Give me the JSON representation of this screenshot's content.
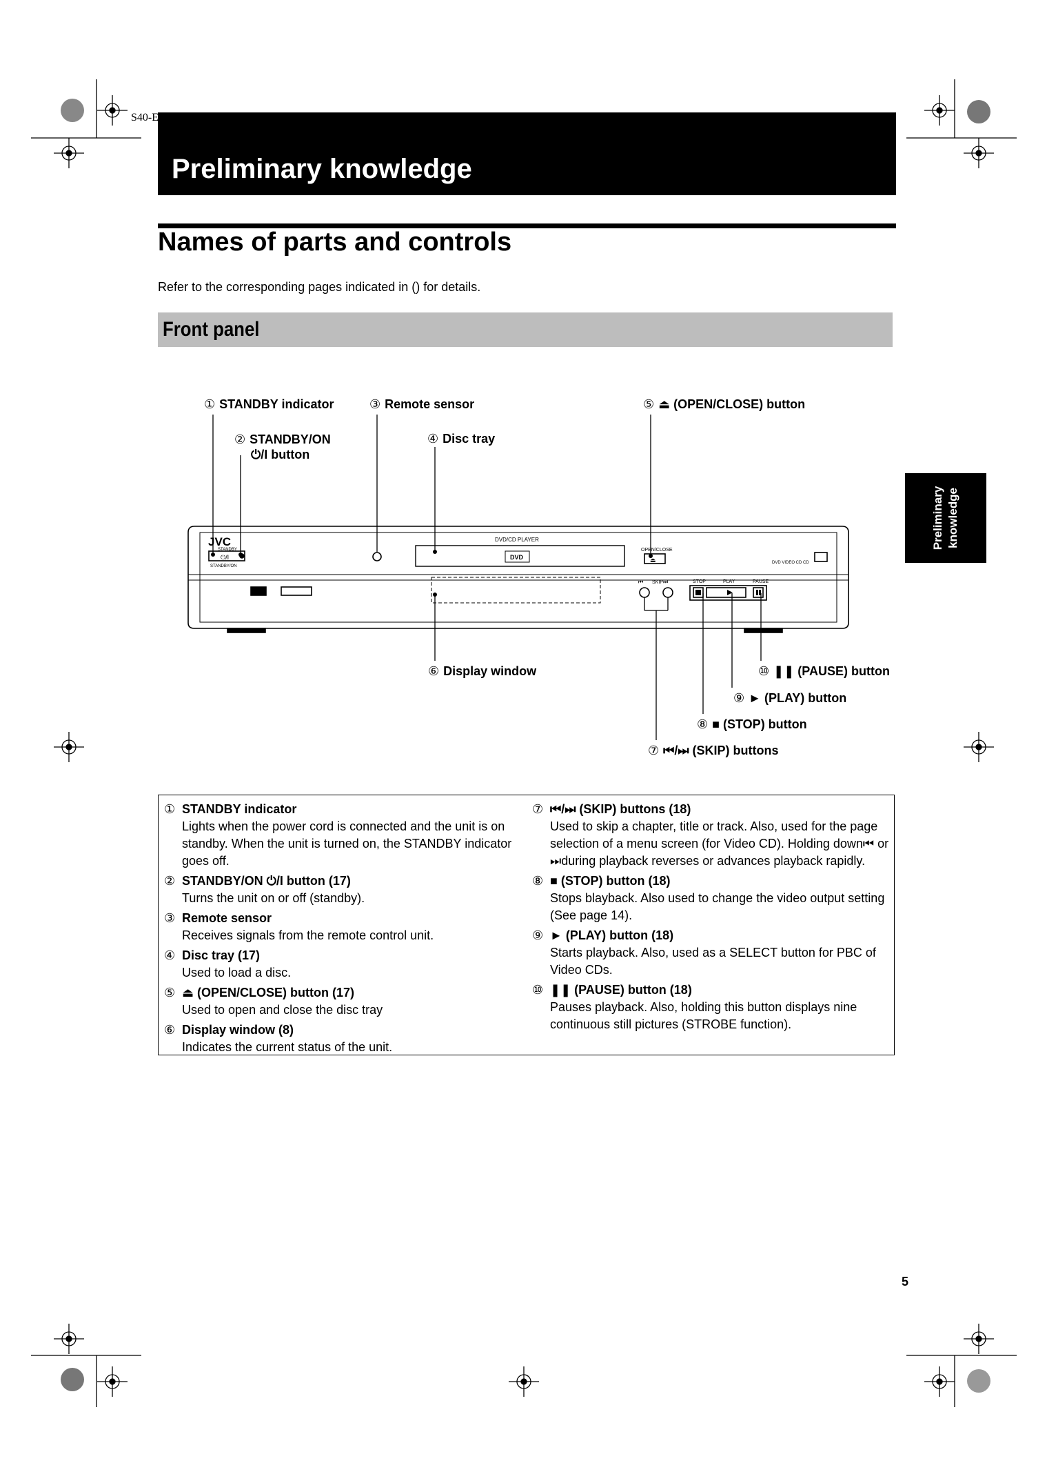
{
  "ref_code": "S40-E",
  "header": {
    "title": "Preliminary knowledge"
  },
  "section": {
    "title": "Names of parts and controls",
    "intro": "Refer to the corresponding pages indicated in () for details."
  },
  "subsection": {
    "title": "Front panel"
  },
  "side_tab": {
    "line1": "Preliminary",
    "line2": "knowledge"
  },
  "callouts": [
    {
      "num": "①",
      "label": "STANDBY indicator"
    },
    {
      "num": "②",
      "label": "STANDBY/ON",
      "label2": "⏻/I button"
    },
    {
      "num": "③",
      "label": "Remote sensor"
    },
    {
      "num": "④",
      "label": "Disc tray"
    },
    {
      "num": "⑤",
      "label": "⏏ (OPEN/CLOSE) button"
    },
    {
      "num": "⑥",
      "label": "Display window"
    },
    {
      "num": "⑦",
      "label": "⏮/⏭ (SKIP) buttons"
    },
    {
      "num": "⑧",
      "label": "■ (STOP) button"
    },
    {
      "num": "⑨",
      "label": "► (PLAY) button"
    },
    {
      "num": "⑩",
      "label": "❚❚ (PAUSE) button"
    }
  ],
  "device_labels": {
    "brand": "JVC",
    "model": "DVD/CD PLAYER",
    "standby": "STANDBY",
    "standby_on": "STANDBY/ON",
    "power_symbol": "⏻/I",
    "open_close": "OPEN/CLOSE",
    "skip": "SKIP",
    "stop": "STOP",
    "play": "PLAY",
    "pause": "PAUSE",
    "formats": "DVD  VIDEO CD  CD"
  },
  "descriptions_left": [
    {
      "num": "①",
      "title": "STANDBY indicator",
      "text": "Lights when the power cord is connected and the unit is on standby. When the unit is turned on, the STANDBY indicator goes off."
    },
    {
      "num": "②",
      "title": "STANDBY/ON ⏻/I button (17)",
      "text": "Turns the unit on or off (standby)."
    },
    {
      "num": "③",
      "title": "Remote sensor",
      "text": "Receives signals from the remote control unit."
    },
    {
      "num": "④",
      "title": "Disc tray (17)",
      "text": "Used to load a disc."
    },
    {
      "num": "⑤",
      "title": "⏏ (OPEN/CLOSE) button (17)",
      "text": "Used to open and close the disc tray"
    },
    {
      "num": "⑥",
      "title": "Display window (8)",
      "text": "Indicates the current status of the unit."
    }
  ],
  "descriptions_right": [
    {
      "num": "⑦",
      "title": "⏮/⏭ (SKIP) buttons (18)",
      "text": "Used to skip a chapter, title or track. Also, used for the page selection of a menu screen (for Video CD). Holding down⏮ or ⏭during playback reverses or advances playback rapidly."
    },
    {
      "num": "⑧",
      "title": "■ (STOP) button (18)",
      "text": "Stops blayback. Also used to change the video output setting (See page 14)."
    },
    {
      "num": "⑨",
      "title": "► (PLAY) button (18)",
      "text": "Starts playback. Also, used as a SELECT button for PBC of Video CDs."
    },
    {
      "num": "⑩",
      "title": "❚❚ (PAUSE) button (18)",
      "text": "Pauses playback. Also, holding this button displays nine continuous still pictures (STROBE function)."
    }
  ],
  "page_number": "5"
}
